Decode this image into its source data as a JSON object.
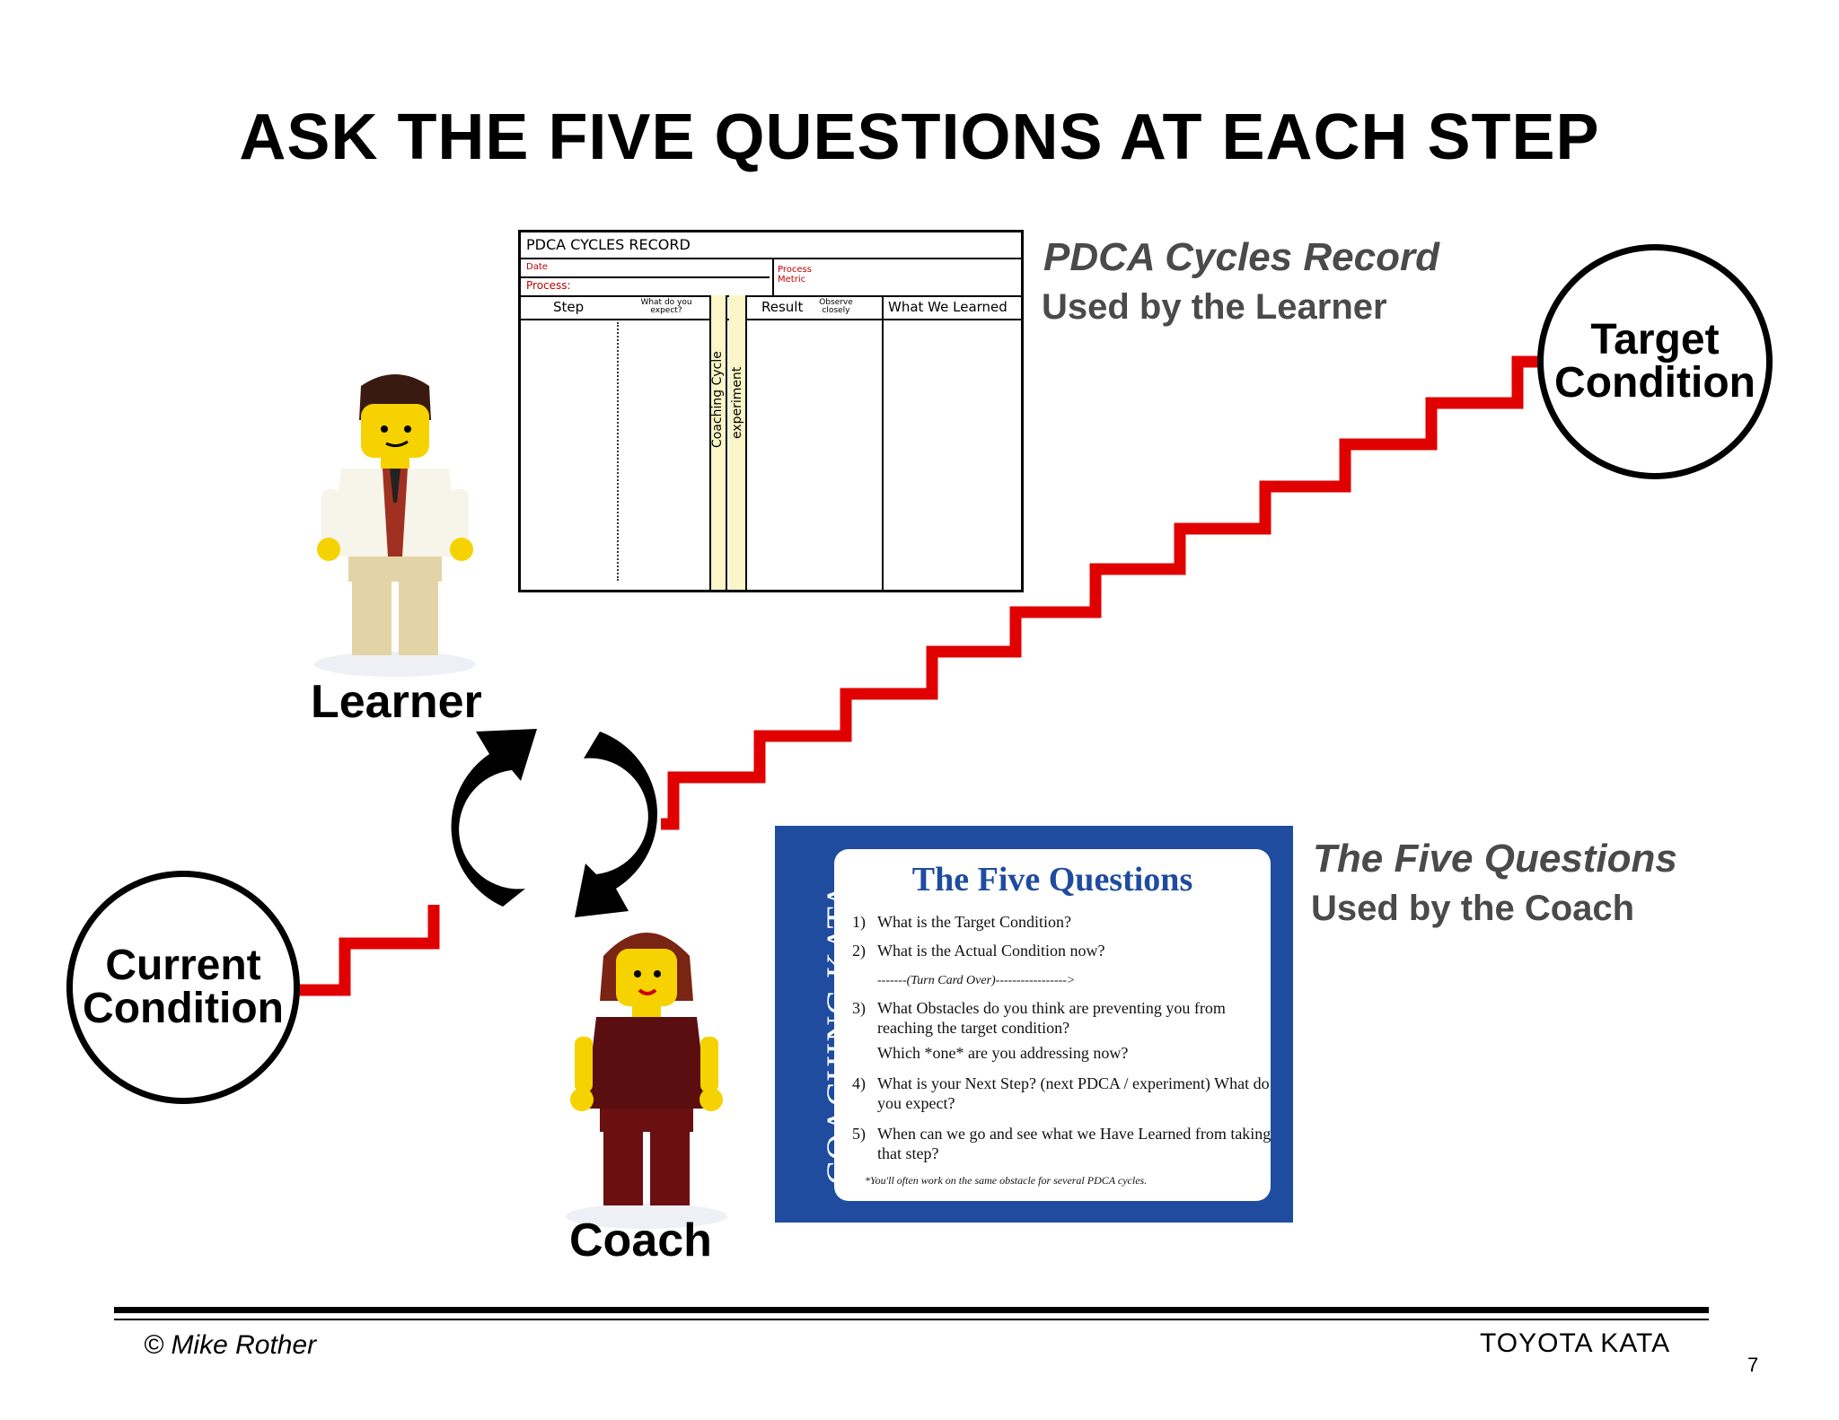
{
  "title": "ASK THE FIVE QUESTIONS AT EACH STEP",
  "pdca_caption": {
    "title": "PDCA Cycles Record",
    "subtitle": "Used by the Learner"
  },
  "five_q_caption": {
    "title": "The Five Questions",
    "subtitle": "Used by the Coach"
  },
  "roles": {
    "learner": "Learner",
    "coach": "Coach"
  },
  "conditions": {
    "current_line1": "Current",
    "current_line2": "Condition",
    "target_line1": "Target",
    "target_line2": "Condition"
  },
  "pdca_form": {
    "header": "PDCA CYCLES RECORD",
    "date_label": "Date",
    "process_label": "Process:",
    "process_metric": "Process Metric",
    "columns": {
      "step": "Step",
      "what_expect": "What do you expect?",
      "result": "Result",
      "observe": "Observe closely",
      "learned": "What We Learned"
    },
    "vertical_1": "Coaching Cycle",
    "vertical_2": "experiment"
  },
  "card": {
    "spine": "COACHING KATA",
    "title": "The Five Questions",
    "questions": [
      {
        "num": "1)",
        "text": "What is the Target Condition?"
      },
      {
        "num": "2)",
        "text": "What is the Actual Condition now?"
      },
      {
        "num": "",
        "text": "-------(Turn Card Over)----------------->"
      },
      {
        "num": "3)",
        "text": "What Obstacles do you think are preventing you from reaching the target condition?"
      },
      {
        "num": "",
        "text": "Which *one* are you addressing now?"
      },
      {
        "num": "4)",
        "text": "What is your Next Step? (next PDCA / experiment)  What do you expect?"
      },
      {
        "num": "5)",
        "text": "When can we go and see what we Have Learned from taking that step?"
      }
    ],
    "note": "*You'll often work on the same obstacle for several PDCA cycles."
  },
  "footer": {
    "left": "© Mike Rother",
    "right": "TOYOTA KATA",
    "page": "7"
  },
  "colors": {
    "staircase": "#e00000",
    "card_blue": "#1f4c9e",
    "highlight": "#fbf6c8"
  }
}
